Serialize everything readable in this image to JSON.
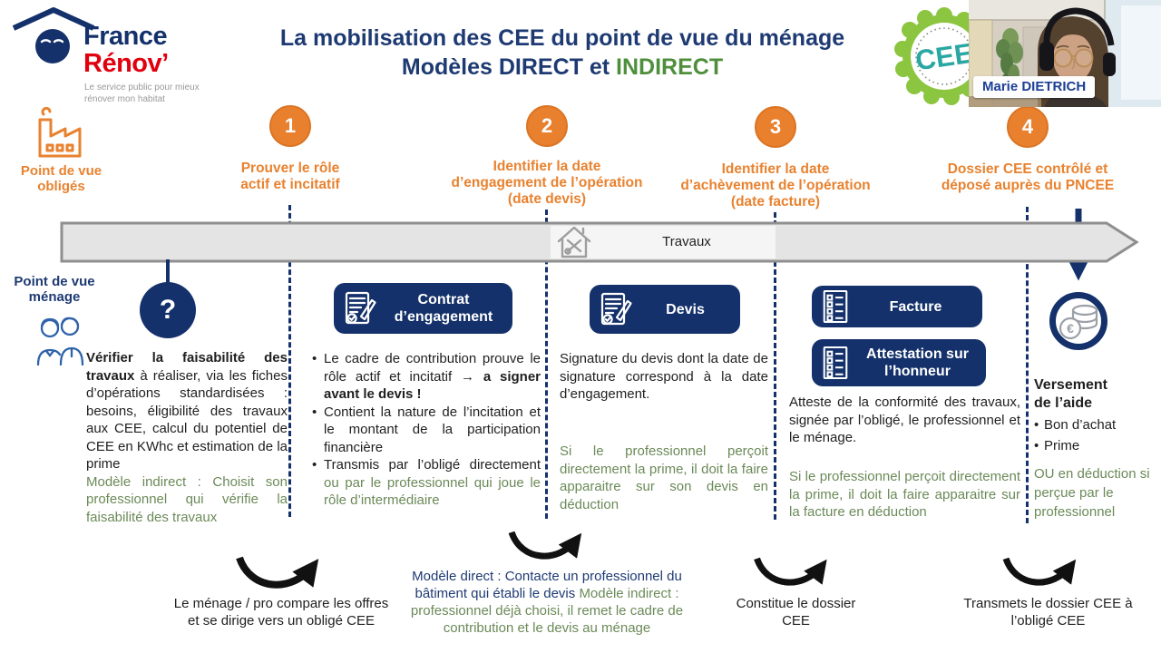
{
  "colors": {
    "navy": "#14316b",
    "navy_text": "#1e3a73",
    "orange": "#e8802e",
    "red": "#e1000f",
    "green_title": "#4e8f3c",
    "green_text": "#6b8a58",
    "teal_badge": "#2ba7a3",
    "badge_green": "#8cc540",
    "timeline_gray": "#e4e4e4"
  },
  "logo": {
    "brand_top": "France",
    "brand_bottom": "Rénov’",
    "tagline": "Le service public pour mieux\nrénover mon habitat"
  },
  "title": {
    "line1": "La mobilisation des CEE du point de vue du ménage",
    "line2_prefix": "Modèles DIRECT et ",
    "line2_highlight": "INDIRECT"
  },
  "badge": {
    "label": "CEE"
  },
  "webcam": {
    "speaker_name": "Marie DIETRICH"
  },
  "viewpoints": {
    "obliges": "Point de vue\nobligés",
    "menage": "Point de vue\nménage"
  },
  "timeline": {
    "label": "Travaux"
  },
  "steps": [
    {
      "number": "1",
      "title": "Prouver le rôle\nactif et incitatif"
    },
    {
      "number": "2",
      "title": "Identifier la date\nd’engagement de l’opération\n(date devis)"
    },
    {
      "number": "3",
      "title": "Identifier la date\nd’achèvement de l’opération\n(date facture)"
    },
    {
      "number": "4",
      "title": "Dossier CEE contrôlé et\ndéposé auprès du PNCEE"
    }
  ],
  "question": {
    "mark": "?",
    "intro_bold": "Vérifier la faisabilité des travaux",
    "intro_rest": " à réaliser, via les fiches d’opérations standardisées : besoins, éligibilité des travaux aux CEE, calcul du potentiel de CEE en KWhc et estimation de la prime",
    "indirect_note": "Modèle indirect : Choisit son professionnel qui vérifie la faisabilité des travaux"
  },
  "contrat": {
    "box_label": "Contrat\nd’engagement",
    "bullet1_normal": "Le cadre de contribution prouve le rôle actif et incitatif ",
    "bullet1_bold": "→ a signer avant le devis !",
    "bullet2": "Contient la nature de l’incitation et le montant de la participation financière",
    "bullet3_normal": "Transmis par l’obligé directement ",
    "bullet3_green": "ou par le professionnel qui joue le rôle d’intermédiaire"
  },
  "devis": {
    "box_label": "Devis",
    "p1": "Signature du devis dont la date de signature correspond à la date d’engagement.",
    "p2_green": "Si le professionnel perçoit directement la prime, il doit la faire apparaitre sur son devis en déduction"
  },
  "facture": {
    "box1_label": "Facture",
    "box2_label": "Attestation sur\nl’honneur",
    "p1": "Atteste de la conformité des travaux, signée par l’obligé, le professionnel et le ménage.",
    "p2_green": "Si le professionnel perçoit directement la prime, il doit la faire apparaitre sur la facture en déduction"
  },
  "versement": {
    "heading": "Versement\nde l’aide",
    "bullets": [
      "Bon d’achat",
      "Prime"
    ],
    "green_note": "OU en déduction si perçue par le professionnel"
  },
  "bottom_notes": {
    "note1": "Le ménage / pro compare les offres et se dirige vers un obligé CEE",
    "note2_blue": "Modèle direct : Contacte un professionnel du bâtiment qui établi le devis",
    "note2_green": "Modèle indirect : professionnel déjà choisi, il remet le cadre de contribution et le devis au ménage",
    "note3": "Constitue le dossier\nCEE",
    "note4": "Transmets le dossier CEE à\nl’obligé CEE"
  }
}
